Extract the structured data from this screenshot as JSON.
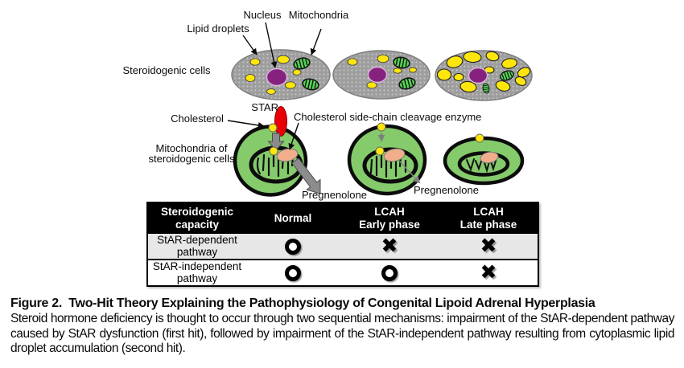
{
  "colors": {
    "cell_body_gray": "#9e9e9e",
    "cell_dot_gray": "#c9c9c9",
    "nucleus_purple": "#86217f",
    "lipid_droplet_yellow": "#ffe60a",
    "mitochondrion_green": "#85cb6b",
    "small_mitochondrion_green": "#55d655",
    "enzyme_salmon": "#f2ae8b",
    "star_red": "#e90007",
    "arrow_gray": "#8c8c8c",
    "table_header_bg": "#000000",
    "table_alt_row_bg": "#e7e7e7"
  },
  "diagram": {
    "labels": {
      "lipid_droplets": "Lipid droplets",
      "nucleus": "Nucleus",
      "mitochondria": "Mitochondria",
      "steroidogenic_cells": "Steroidogenic cells",
      "star": "STAR",
      "cholesterol": "Cholesterol",
      "cleavage_enzyme": "Cholesterol side-chain cleavage enzyme",
      "mitochondria_of_line1": "Mitochondria of",
      "mitochondria_of_line2": "steroidogenic cells",
      "pregnenolone_main": "Pregnenolone",
      "pregnenolone_small": "Pregnenolone"
    }
  },
  "table": {
    "headers": [
      {
        "line1": "Steroidogenic",
        "line2": "capacity"
      },
      {
        "line1": "Normal",
        "line2": ""
      },
      {
        "line1": "LCAH",
        "line2": "Early phase"
      },
      {
        "line1": "LCAH",
        "line2": "Late phase"
      }
    ],
    "rows": [
      {
        "line1": "StAR-dependent",
        "line2": "pathway",
        "normal": "circle",
        "early": "cross",
        "late": "cross"
      },
      {
        "line1": "StAR-independent",
        "line2": "pathway",
        "normal": "circle",
        "early": "circle",
        "late": "cross"
      }
    ]
  },
  "caption": {
    "title": "Figure 2.  Two-Hit Theory Explaining the Pathophysiology of Congenital Lipoid Adrenal Hyperplasia",
    "body": "Steroid hormone deficiency is thought to occur through two sequential mechanisms: impairment of the StAR-dependent pathway caused by StAR dysfunction (first hit), followed by impairment of the StAR-independent pathway resulting from cytoplasmic lipid droplet accumulation (second hit)."
  }
}
